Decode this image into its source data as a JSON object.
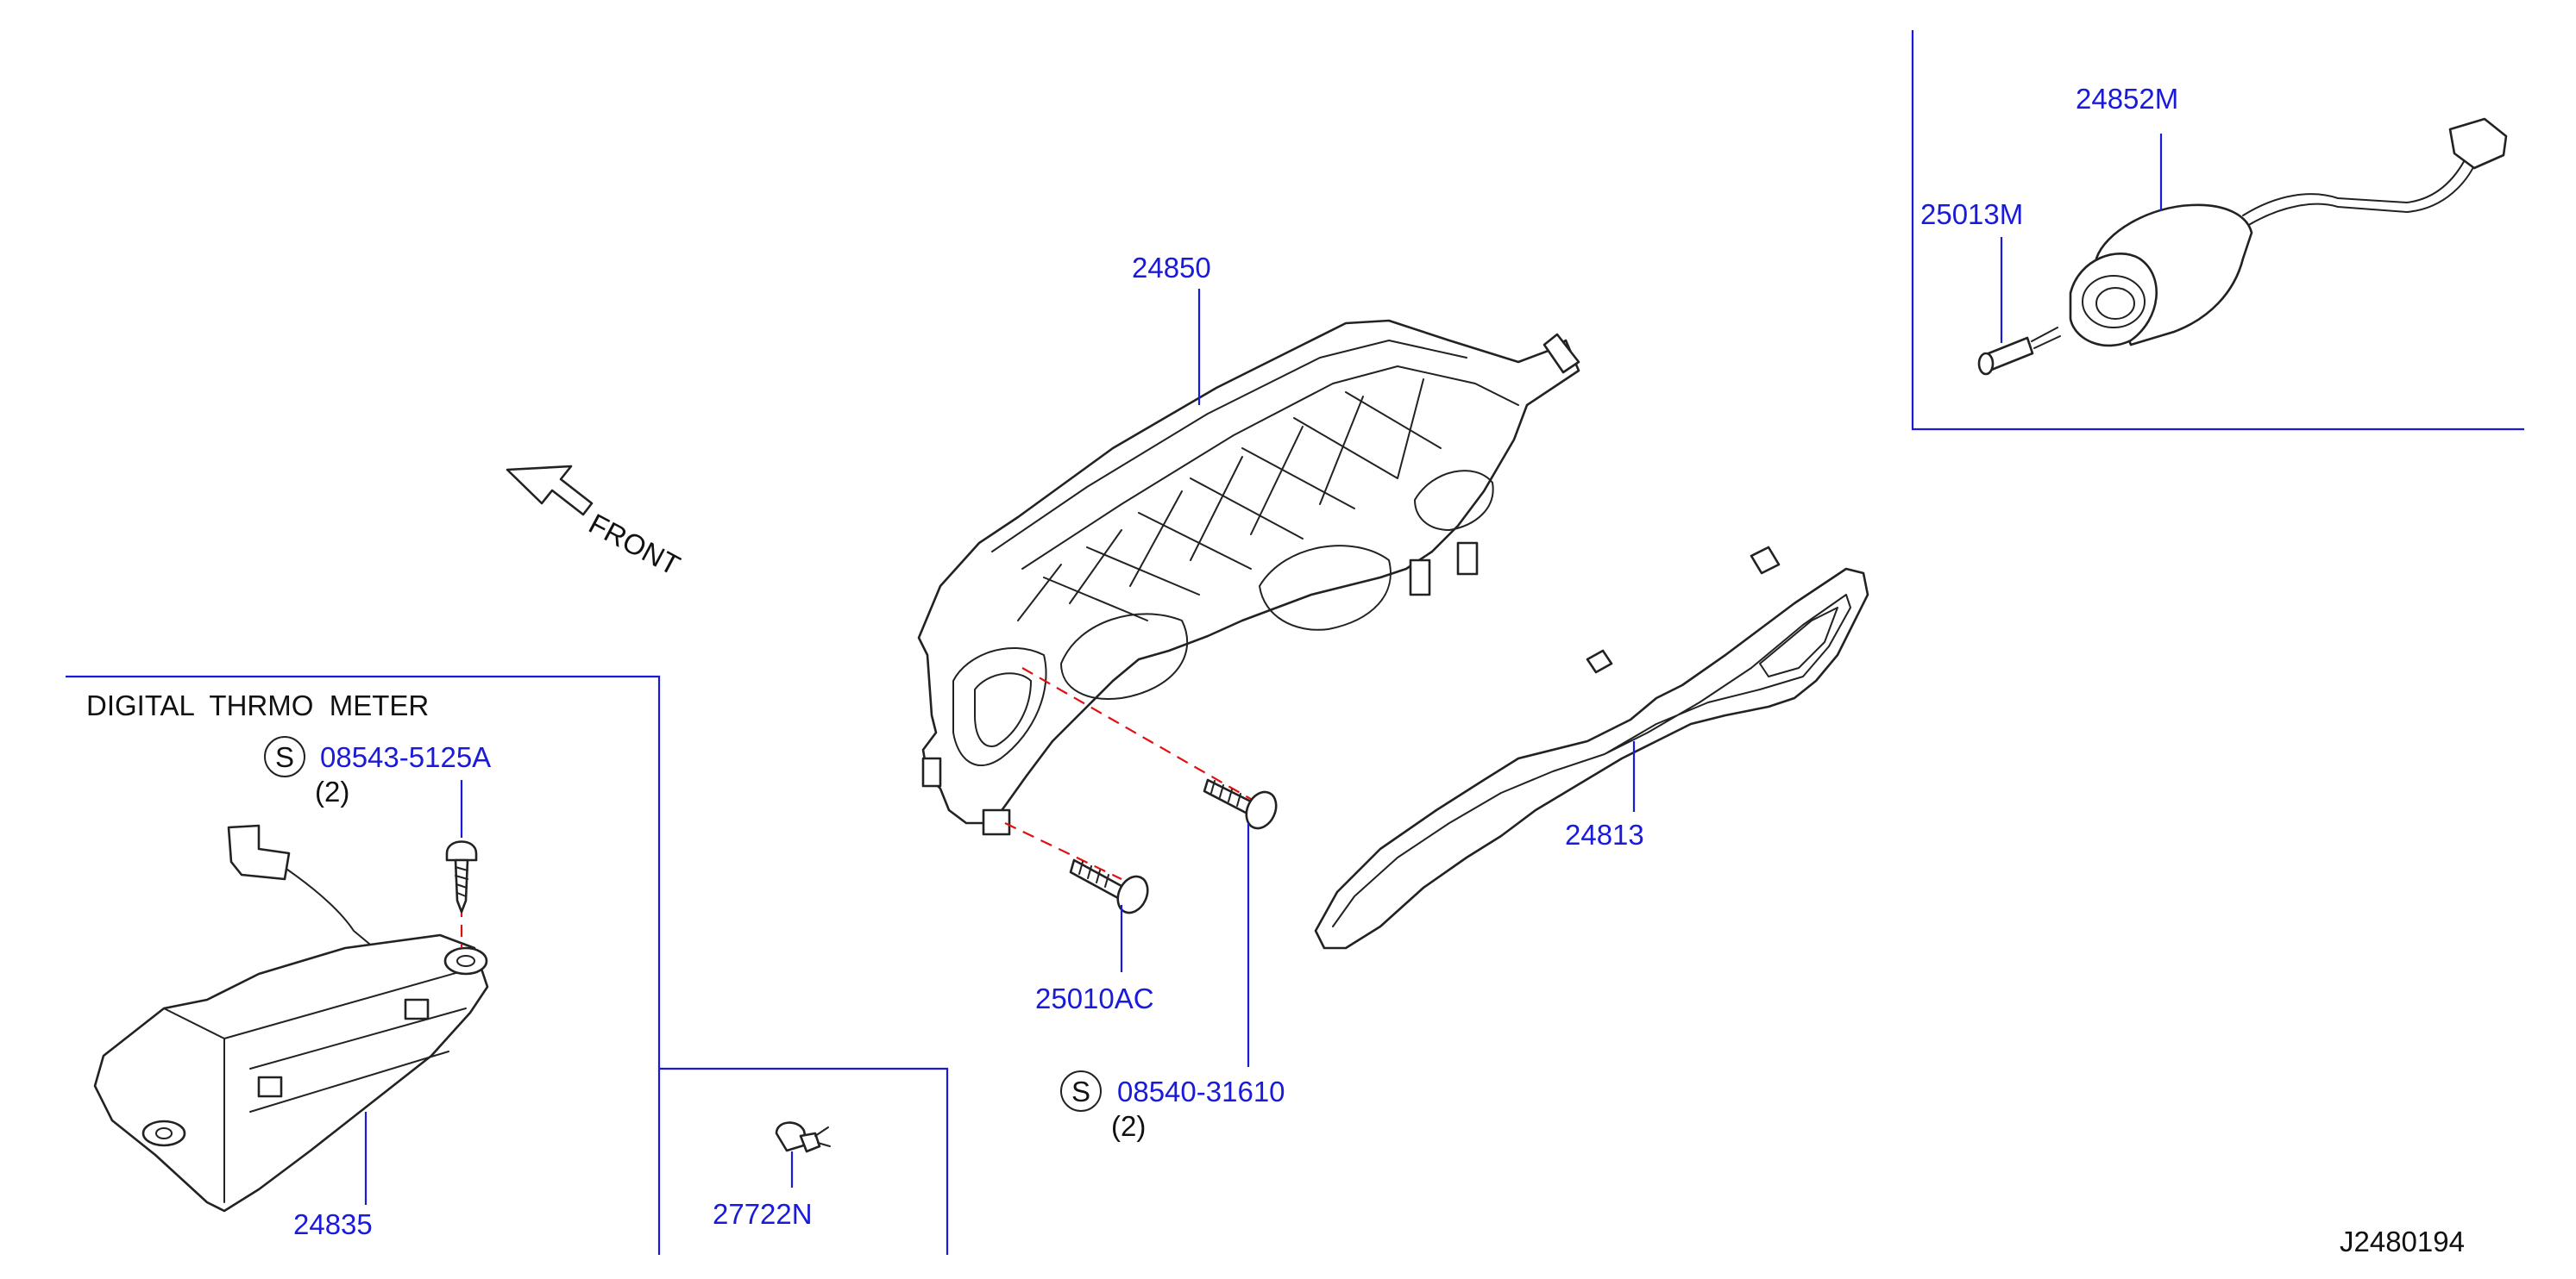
{
  "direction_label": "FRONT",
  "section_title": "DIGITAL  THRMO  METER",
  "diagram_code": "J2480194",
  "standard_symbol": "S",
  "parts": {
    "meter_housing": "24850",
    "meter_lens": "24813",
    "screw_25010ac": "25010AC",
    "screw_08540": "08540-31610",
    "screw_08540_qty": "(2)",
    "screw_08543": "08543-5125A",
    "screw_08543_qty": "(2)",
    "thermo_meter": "24835",
    "bulb": "27722N",
    "bulb_socket_harness": "24852M",
    "bulb_25013m": "25013M"
  }
}
